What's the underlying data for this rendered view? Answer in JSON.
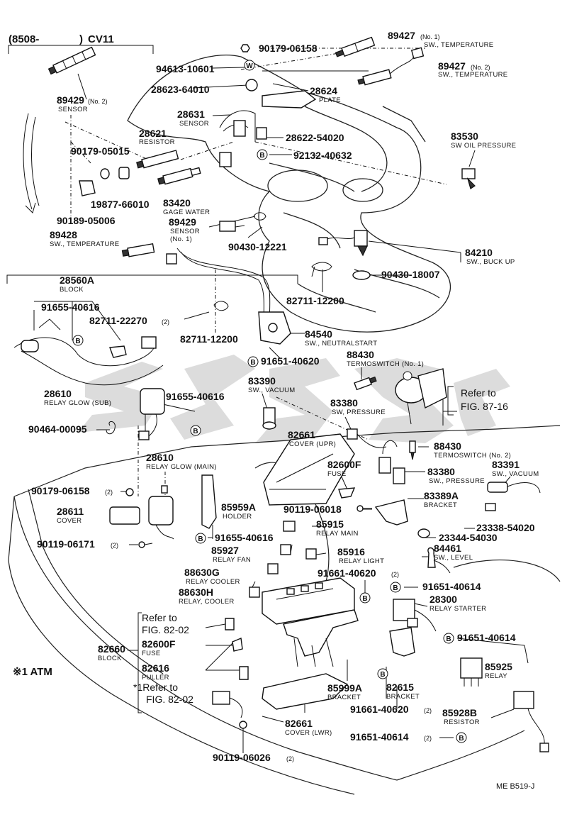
{
  "header": {
    "range": "(8508-",
    "range_close": ")",
    "model": "CV11"
  },
  "parts": [
    {
      "id": "p1",
      "number": "89427",
      "note": "(No. 1)",
      "desc": "SW., TEMPERATURE"
    },
    {
      "id": "p2",
      "number": "90179-06158",
      "note": "",
      "desc": ""
    },
    {
      "id": "p3",
      "number": "89427",
      "note": "(No. 2)",
      "desc": "SW., TEMPERATURE"
    },
    {
      "id": "p4",
      "number": "94613-10601",
      "note": "",
      "desc": ""
    },
    {
      "id": "p5",
      "number": "28623-64010",
      "note": "",
      "desc": ""
    },
    {
      "id": "p6",
      "number": "28624",
      "note": "",
      "desc": "PLATE"
    },
    {
      "id": "p7",
      "number": "89429",
      "note": "(No. 2)",
      "desc": "SENSOR"
    },
    {
      "id": "p8",
      "number": "28631",
      "note": "",
      "desc": "SENSOR"
    },
    {
      "id": "p9",
      "number": "28621",
      "note": "",
      "desc": "RESISTOR"
    },
    {
      "id": "p10",
      "number": "28622-54020",
      "note": "",
      "desc": ""
    },
    {
      "id": "p11",
      "number": "83530",
      "note": "",
      "desc": "SW OIL PRESSURE"
    },
    {
      "id": "p12",
      "number": "90179-05015",
      "note": "",
      "desc": ""
    },
    {
      "id": "p13",
      "number": "92132-40632",
      "note": "",
      "desc": ""
    },
    {
      "id": "p14",
      "number": "19877-66010",
      "note": "",
      "desc": ""
    },
    {
      "id": "p15",
      "number": "83420",
      "note": "",
      "desc": "GAGE WATER"
    },
    {
      "id": "p16",
      "number": "90189-05006",
      "note": "",
      "desc": ""
    },
    {
      "id": "p17",
      "number": "89429",
      "note": "",
      "desc": "SENSOR"
    },
    {
      "id": "p17b",
      "number": "",
      "note": "",
      "desc": "(No. 1)"
    },
    {
      "id": "p18",
      "number": "89428",
      "note": "",
      "desc": "SW., TEMPERATURE"
    },
    {
      "id": "p19",
      "number": "90430-12221",
      "note": "",
      "desc": ""
    },
    {
      "id": "p20",
      "number": "84210",
      "note": "",
      "desc": "SW., BUCK UP"
    },
    {
      "id": "p21",
      "number": "90430-18007",
      "note": "",
      "desc": ""
    },
    {
      "id": "p22",
      "number": "28560A",
      "note": "",
      "desc": "BLOCK"
    },
    {
      "id": "p23",
      "number": "82711-12200",
      "note": "",
      "desc": ""
    },
    {
      "id": "p24",
      "number": "91655-40616",
      "note": "",
      "desc": ""
    },
    {
      "id": "p25",
      "number": "82711-22270",
      "note": "(2)",
      "desc": ""
    },
    {
      "id": "p26",
      "number": "82711-12200",
      "note": "",
      "desc": ""
    },
    {
      "id": "p27",
      "number": "84540",
      "note": "",
      "desc": "SW., NEUTRALSTART"
    },
    {
      "id": "p28",
      "number": "91651-40620",
      "note": "",
      "desc": ""
    },
    {
      "id": "p29",
      "number": "88430",
      "note": "",
      "desc": "TERMOSWITCH (No. 1)"
    },
    {
      "id": "p30",
      "number": "28610",
      "note": "",
      "desc": "RELAY GLOW (SUB)"
    },
    {
      "id": "p31",
      "number": "91655-40616",
      "note": "",
      "desc": ""
    },
    {
      "id": "p32",
      "number": "83390",
      "note": "",
      "desc": "SW., VACUUM"
    },
    {
      "id": "p33",
      "number": "83380",
      "note": "",
      "desc": "SW, PRESSURE"
    },
    {
      "id": "p34",
      "number": "90464-00095",
      "note": "",
      "desc": ""
    },
    {
      "id": "p35",
      "number": "82661",
      "note": "",
      "desc": "COVER (UPR)"
    },
    {
      "id": "p36",
      "number": "28610",
      "note": "",
      "desc": "RELAY GLOW (MAIN)"
    },
    {
      "id": "p37",
      "number": "82600F",
      "note": "",
      "desc": "FUSE"
    },
    {
      "id": "p38",
      "number": "88430",
      "note": "",
      "desc": "TERMOSWITCH (No. 2)"
    },
    {
      "id": "p39",
      "number": "83380",
      "note": "",
      "desc": "SW., PRESSURE"
    },
    {
      "id": "p40",
      "number": "83391",
      "note": "",
      "desc": "SW., VACUUM"
    },
    {
      "id": "p41",
      "number": "90179-06158",
      "note": "(2)",
      "desc": ""
    },
    {
      "id": "p42",
      "number": "83389A",
      "note": "",
      "desc": "BRACKET"
    },
    {
      "id": "p43",
      "number": "28611",
      "note": "",
      "desc": "COVER"
    },
    {
      "id": "p44",
      "number": "85959A",
      "note": "",
      "desc": "HOLDER"
    },
    {
      "id": "p45",
      "number": "90119-06018",
      "note": "",
      "desc": ""
    },
    {
      "id": "p46",
      "number": "85915",
      "note": "",
      "desc": "RELAY MAIN"
    },
    {
      "id": "p47",
      "number": "23338-54020",
      "note": "",
      "desc": ""
    },
    {
      "id": "p48",
      "number": "91655-40616",
      "note": "",
      "desc": ""
    },
    {
      "id": "p49",
      "number": "23344-54030",
      "note": "",
      "desc": ""
    },
    {
      "id": "p50",
      "number": "90119-06171",
      "note": "(2)",
      "desc": ""
    },
    {
      "id": "p51",
      "number": "85927",
      "note": "",
      "desc": "RELAY FAN"
    },
    {
      "id": "p52",
      "number": "85916",
      "note": "",
      "desc": "RELAY LIGHT"
    },
    {
      "id": "p53",
      "number": "84461",
      "note": "",
      "desc": "SW., LEVEL"
    },
    {
      "id": "p54",
      "number": "88630G",
      "note": "",
      "desc": "RELAY COOLER"
    },
    {
      "id": "p55",
      "number": "91661-40620",
      "note": "(2)",
      "desc": ""
    },
    {
      "id": "p56",
      "number": "88630H",
      "note": "",
      "desc": "RELAY, COOLER"
    },
    {
      "id": "p57",
      "number": "91651-40614",
      "note": "",
      "desc": ""
    },
    {
      "id": "p58",
      "number": "28300",
      "note": "",
      "desc": "RELAY STARTER"
    },
    {
      "id": "p59",
      "number": "82600F",
      "note": "",
      "desc": "FUSE"
    },
    {
      "id": "p60",
      "number": "91651-40614",
      "note": "",
      "desc": ""
    },
    {
      "id": "p61",
      "number": "82660",
      "note": "",
      "desc": "BLOCK"
    },
    {
      "id": "p62",
      "number": "82616",
      "note": "",
      "desc": "PULLER"
    },
    {
      "id": "p63",
      "number": "85925",
      "note": "",
      "desc": "RELAY"
    },
    {
      "id": "p64",
      "number": "85999A",
      "note": "",
      "desc": "BRACKET"
    },
    {
      "id": "p65",
      "number": "82615",
      "note": "",
      "desc": "BRACKET"
    },
    {
      "id": "p66",
      "number": "91661-40620",
      "note": "(2)",
      "desc": ""
    },
    {
      "id": "p67",
      "number": "85928B",
      "note": "",
      "desc": "RESISTOR"
    },
    {
      "id": "p68",
      "number": "82661",
      "note": "",
      "desc": "COVER (LWR)"
    },
    {
      "id": "p69",
      "number": "91651-40614",
      "note": "(2)",
      "desc": ""
    },
    {
      "id": "p70",
      "number": "90119-06026",
      "note": "(2)",
      "desc": ""
    }
  ],
  "refs": {
    "fig87_a": "Refer to",
    "fig87_b": "FIG. 87-16",
    "fig82_a1": "Refer to",
    "fig82_a2": "FIG. 82-02",
    "fig82_b1": "*1Refer to",
    "fig82_b2": "FIG. 82-02"
  },
  "legend": "※1 ATM",
  "circle_symbols": {
    "w": "W",
    "b": "B"
  },
  "code": "ME B519-J"
}
